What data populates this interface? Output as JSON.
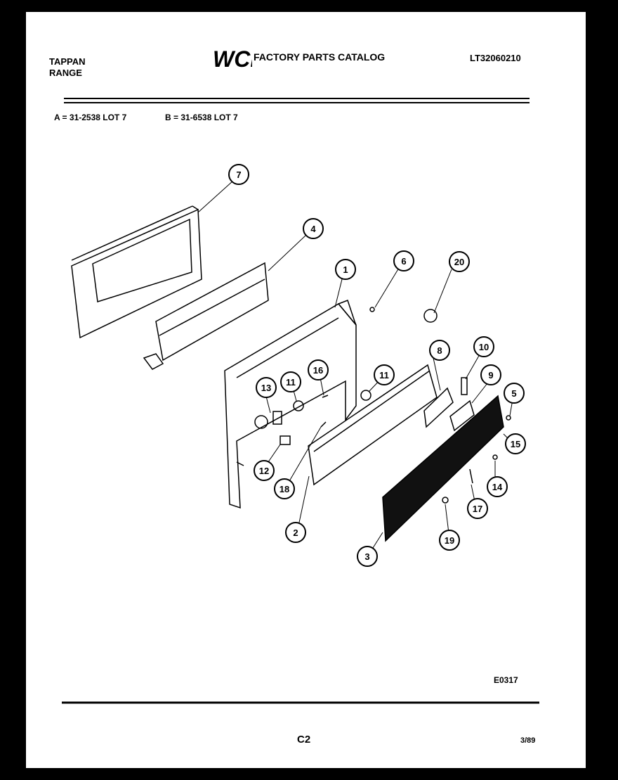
{
  "header": {
    "brand_line1": "TAPPAN",
    "brand_line2": "RANGE",
    "logo_text": "WCI",
    "catalog_title": "FACTORY PARTS CATALOG",
    "model_number": "LT32060210"
  },
  "lots": {
    "a": "A = 31-2538 LOT 7",
    "b": "B = 31-6538 LOT 7"
  },
  "callouts": [
    "1",
    "2",
    "3",
    "4",
    "5",
    "6",
    "7",
    "8",
    "9",
    "10",
    "11",
    "11",
    "12",
    "13",
    "14",
    "15",
    "16",
    "17",
    "18",
    "19",
    "20"
  ],
  "footer": {
    "diagram_code": "E0317",
    "page_code": "C2",
    "date": "3/89"
  },
  "colors": {
    "ink": "#000000",
    "paper": "#ffffff",
    "border": "#000000"
  }
}
